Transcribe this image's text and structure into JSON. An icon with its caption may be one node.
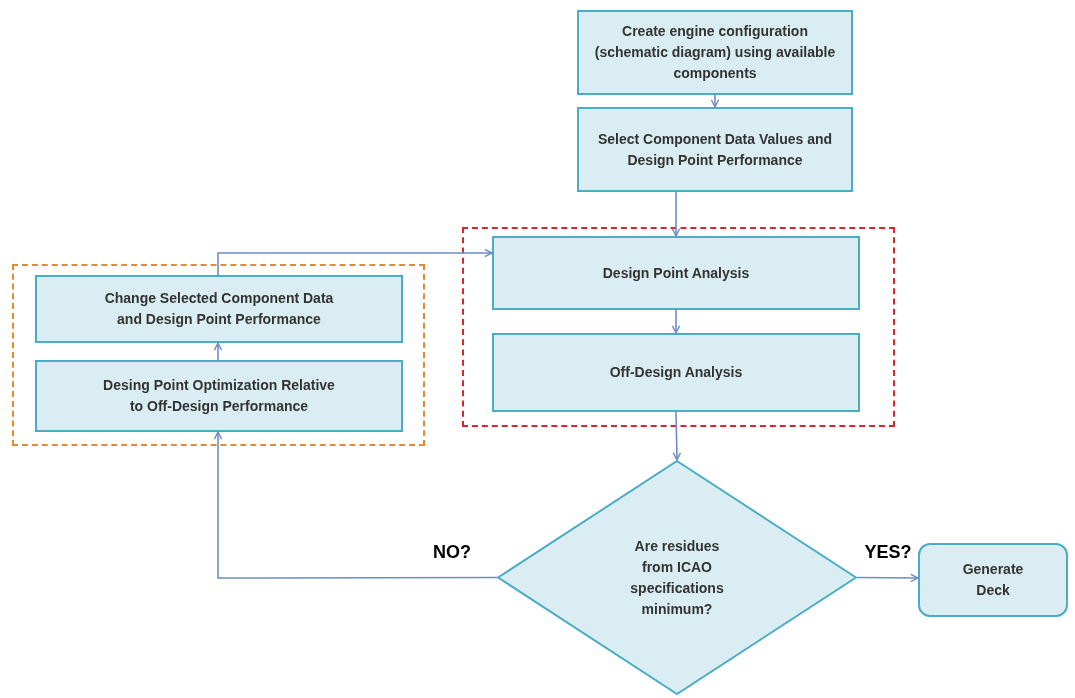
{
  "diagram": {
    "nodes": [
      {
        "text": [
          "Create  engine configuration (schematic diagram) using available components"
        ]
      },
      {
        "text": [
          "Select Component Data Values and Design Point Performance"
        ]
      },
      {
        "text": [],
        "shape": "box"
      },
      {
        "text": [
          "Design Point Analysis"
        ],
        "in": 2
      },
      {
        "text": [
          "Off-Design Analysis"
        ],
        "in": 2
      },
      {
        "text": [],
        "shape": "box"
      },
      {
        "text": [
          "Change Selected Component Data and Design Point Performance"
        ],
        "in": 5
      },
      {
        "text": [
          "Desing Point Optimization  Relative to Off-Design Performance"
        ],
        "in": 5
      },
      {
        "text": [
          "Are residues from ICAO specifications minimum?"
        ]
      },
      {
        "text": [
          "Generate Deck"
        ]
      }
    ],
    "edges": [
      {
        "from": 0,
        "to": 1,
        "arrow": "to"
      },
      {
        "from": 1,
        "to": 3,
        "arrow": "to"
      },
      {
        "from": 3,
        "to": 4,
        "arrow": "to"
      },
      {
        "from": 4,
        "to": 8,
        "arrow": "to"
      },
      {
        "from": 8,
        "to": 9,
        "arrow": "to",
        "label": "YES?"
      },
      {
        "from": 8,
        "to": 7,
        "arrow": "to",
        "label": "NO?"
      },
      {
        "from": 7,
        "to": 6,
        "arrow": "to"
      },
      {
        "from": 6,
        "to": 3,
        "arrow": "to"
      }
    ]
  }
}
